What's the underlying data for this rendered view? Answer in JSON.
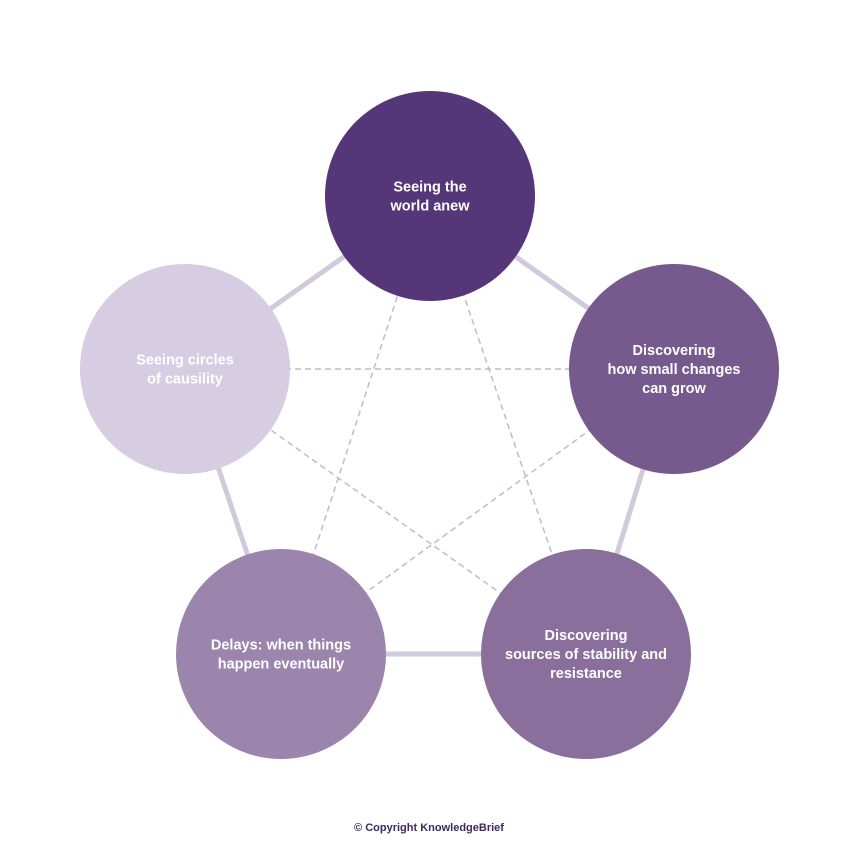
{
  "nodes": [
    {
      "id": "top",
      "lines": [
        "Seeing the",
        "world anew"
      ],
      "fill": "#553779"
    },
    {
      "id": "right",
      "lines": [
        "Discovering",
        "how small changes",
        "can grow"
      ],
      "fill": "#775a8d"
    },
    {
      "id": "bottom-right",
      "lines": [
        "Discovering",
        "sources of stability and",
        "resistance"
      ],
      "fill": "#8a6f9c"
    },
    {
      "id": "bottom-left",
      "lines": [
        "Delays: when things",
        "happen eventually"
      ],
      "fill": "#9b85ad"
    },
    {
      "id": "left",
      "lines": [
        "Seeing circles",
        "of causility"
      ],
      "fill": "#d6cde2"
    }
  ],
  "colors": {
    "outline": "#d2c9dc",
    "star": "#c2b9d0"
  },
  "copyright": "© Copyright KnowledgeBrief"
}
